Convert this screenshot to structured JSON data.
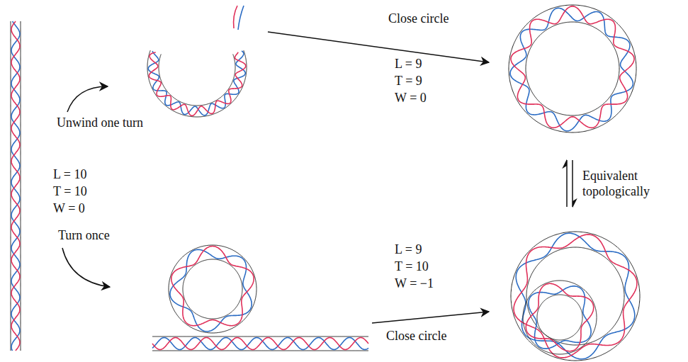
{
  "diagram": {
    "labels": [
      "Close circle",
      "L = 9",
      "T = 9",
      "W = 0",
      "Unwind one turn",
      "L = 10",
      "T = 10",
      "W = 0",
      "Turn once",
      "Equivalent topologically",
      "L = 9",
      "T = 10",
      "W = −1",
      "Close circle"
    ]
  }
}
